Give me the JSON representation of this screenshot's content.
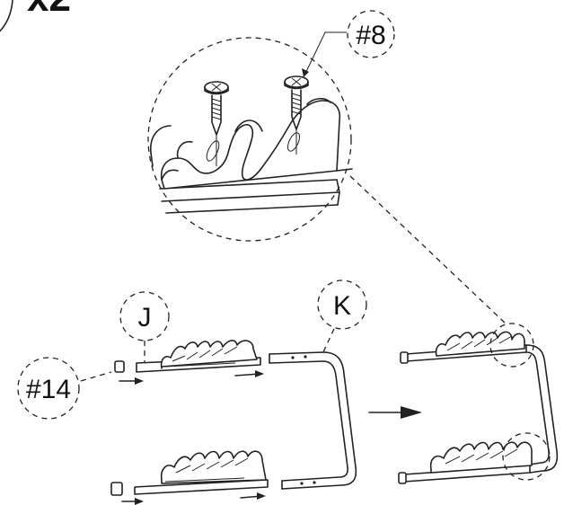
{
  "diagram": {
    "quantity_label": "x2",
    "labels": {
      "screw": "#8",
      "part_j": "J",
      "part_k": "K",
      "cap": "#14"
    }
  }
}
